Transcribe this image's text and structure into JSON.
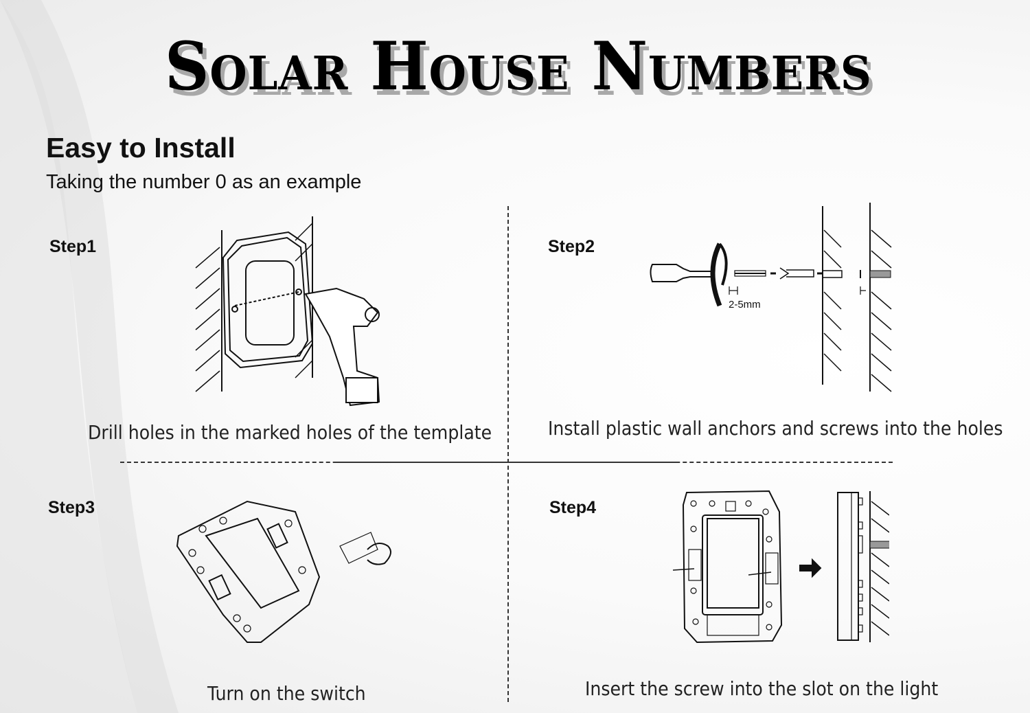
{
  "title": "Solar House Numbers",
  "heading": "Easy to Install",
  "subheading": "Taking the number 0 as an example",
  "steps": [
    {
      "label": "Step1",
      "caption": "Drill holes in the marked holes of the template"
    },
    {
      "label": "Step2",
      "caption": "Install plastic wall anchors and screws into the holes",
      "dimension": "2-5mm"
    },
    {
      "label": "Step3",
      "caption": "Turn on the switch"
    },
    {
      "label": "Step4",
      "caption": "Insert the screw into the slot on the light"
    }
  ]
}
